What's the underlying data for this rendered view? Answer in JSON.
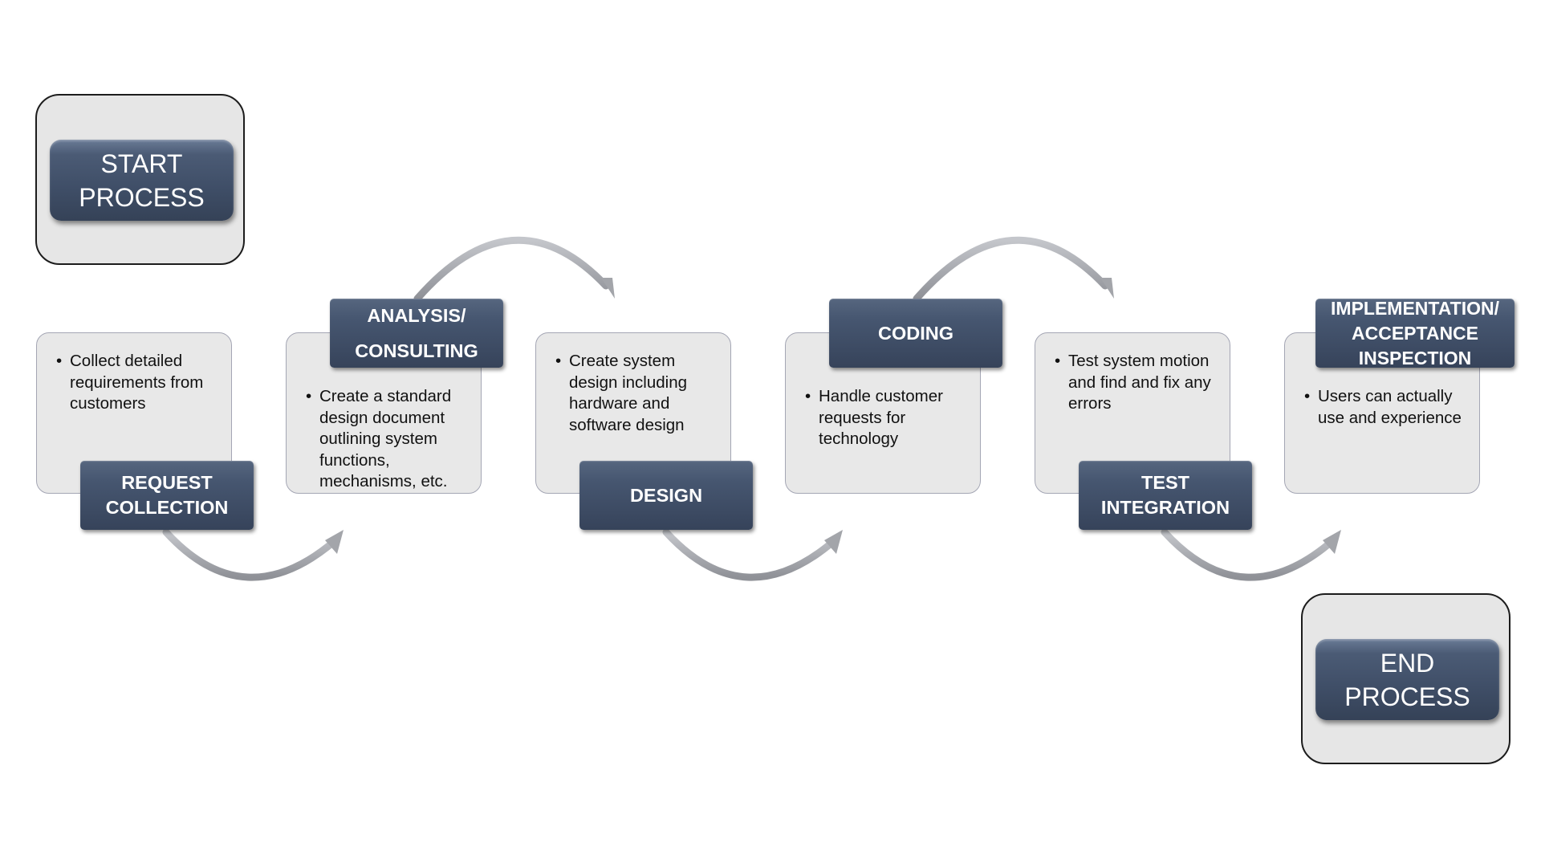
{
  "start": {
    "line1": "START",
    "line2": "PROCESS"
  },
  "end": {
    "line1": "END",
    "line2": "PROCESS"
  },
  "steps": [
    {
      "title_lines": [
        "REQUEST",
        "COLLECTION"
      ],
      "bullets": [
        "Collect detailed requirements from customers"
      ]
    },
    {
      "title_lines": [
        "ANALYSIS/",
        "CONSULTING"
      ],
      "bullets": [
        "Create a standard design document outlining system functions, mechanisms, etc."
      ]
    },
    {
      "title_lines": [
        "DESIGN"
      ],
      "bullets": [
        "Create system design including hardware and software design"
      ]
    },
    {
      "title_lines": [
        "CODING"
      ],
      "bullets": [
        "Handle customer requests for technology"
      ]
    },
    {
      "title_lines": [
        "TEST",
        "INTEGRATION"
      ],
      "bullets": [
        "Test system motion and find and fix any errors"
      ]
    },
    {
      "title_lines": [
        "IMPLEMENTATION/",
        "ACCEPTANCE",
        "INSPECTION"
      ],
      "bullets": [
        "Users can actually use and experience"
      ]
    }
  ],
  "colors": {
    "label_fill": "#3c4a62",
    "card_fill": "#e8e8e8",
    "frame_fill": "#e6e6e6",
    "arrow": "#a9abb0"
  }
}
